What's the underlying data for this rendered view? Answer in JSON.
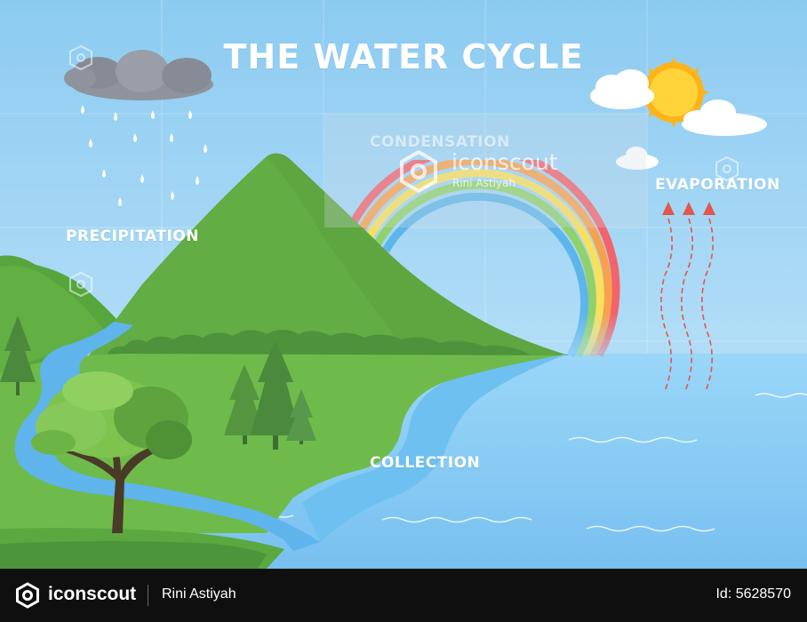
{
  "title": "THE WATER CYCLE",
  "labels": {
    "precipitation": "PRECIPITATION",
    "condensation": "CONDENSATION",
    "evaporation": "EVAPORATION",
    "collection": "COLLECTION"
  },
  "watermark": {
    "brand": "iconscout",
    "author": "Rini Astiyah"
  },
  "footer": {
    "brand": "iconscout",
    "author": "Rini Astiyah",
    "id_text": "Id: 5628570"
  },
  "colors": {
    "sky_top": "#8ccbf1",
    "sky_bottom": "#c9e8fa",
    "sea": "#82c9f5",
    "river": "#5fb4ec",
    "mountain": "#6ab04c",
    "grass": "#62b043",
    "dark_green": "#4a8a3a",
    "sun": "#ffc020",
    "rain_cloud": "#8f939d",
    "evaporation_arrow": "#e2564b",
    "footer_bg": "#0f0f0f"
  },
  "icons": [
    "sun-icon",
    "rain-cloud-icon",
    "evaporation-arrow-icon",
    "iconscout-logo-icon"
  ]
}
